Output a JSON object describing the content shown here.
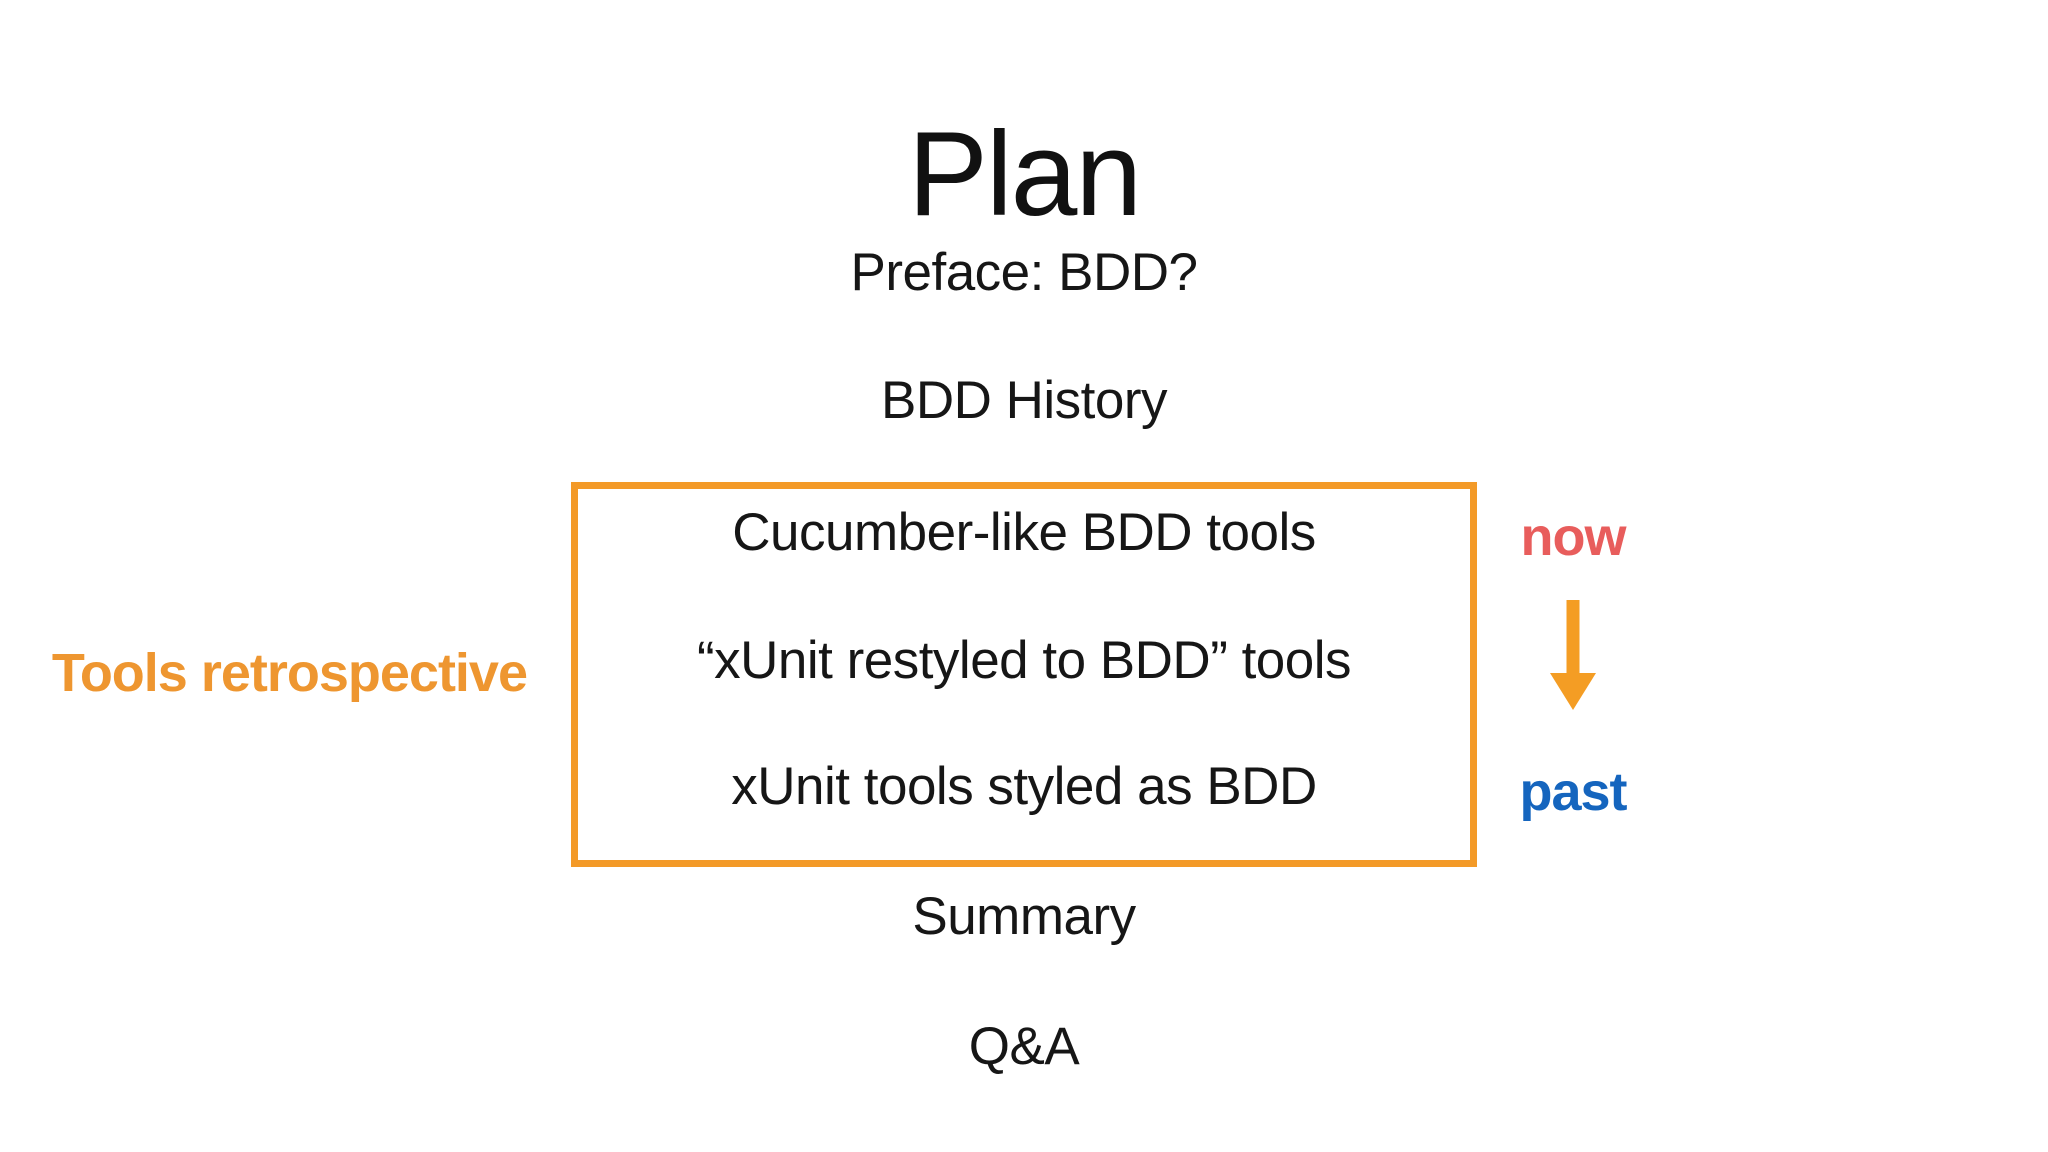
{
  "slide": {
    "title": "Plan"
  },
  "agenda": {
    "before_items": [
      "Preface: BDD?",
      "BDD History"
    ],
    "boxed_items": [
      "Cucumber-like BDD tools",
      "“xUnit restyled to BDD” tools",
      "xUnit tools styled as BDD"
    ],
    "after_items": [
      "Summary",
      "Q&A"
    ]
  },
  "annotations": {
    "left_label": "Tools retrospective",
    "timeline_top": "now",
    "timeline_bottom": "past",
    "arrow_icon": "down-arrow"
  },
  "colors": {
    "background": "#FFFFFF",
    "body_text": "#161616",
    "highlight_orange_box": "#F39A28",
    "highlight_orange_label": "#EE9630",
    "arrow_orange": "#F49D24",
    "now_red": "#E85D5C",
    "past_blue": "#1565BE"
  }
}
